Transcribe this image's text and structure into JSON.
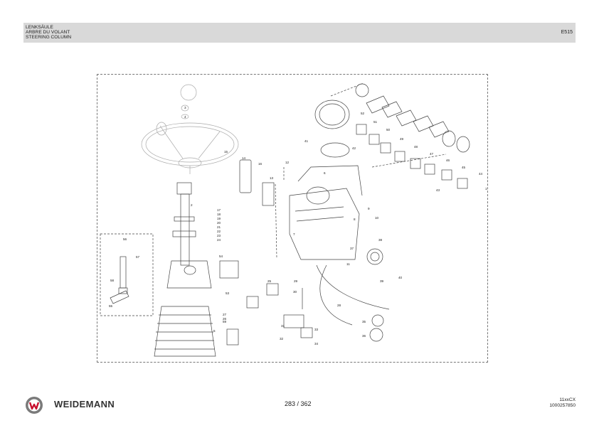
{
  "header": {
    "title_de": "LENKSÄULE",
    "title_fr": "ARBRE DU VOLANT",
    "title_en": "STEERING COLUMN",
    "code": "E515"
  },
  "diagram": {
    "callouts": [
      "1",
      "2",
      "3",
      "4",
      "5",
      "6",
      "7",
      "8",
      "9",
      "10",
      "11",
      "12",
      "13",
      "14",
      "15",
      "16",
      "17",
      "18",
      "19",
      "20",
      "21",
      "22",
      "23",
      "24",
      "25",
      "26",
      "27",
      "28",
      "29",
      "30",
      "31",
      "32",
      "33",
      "34",
      "35",
      "36",
      "37",
      "38",
      "39",
      "40",
      "41",
      "42",
      "43",
      "44",
      "45",
      "46",
      "47",
      "48",
      "49",
      "50",
      "51",
      "52",
      "53",
      "54",
      "55",
      "56",
      "57",
      "58",
      "59"
    ]
  },
  "footer": {
    "brand": "WEIDEMANN",
    "page": "283 / 362",
    "ref_line1": "11xxCX",
    "ref_line2": "1000257850"
  }
}
